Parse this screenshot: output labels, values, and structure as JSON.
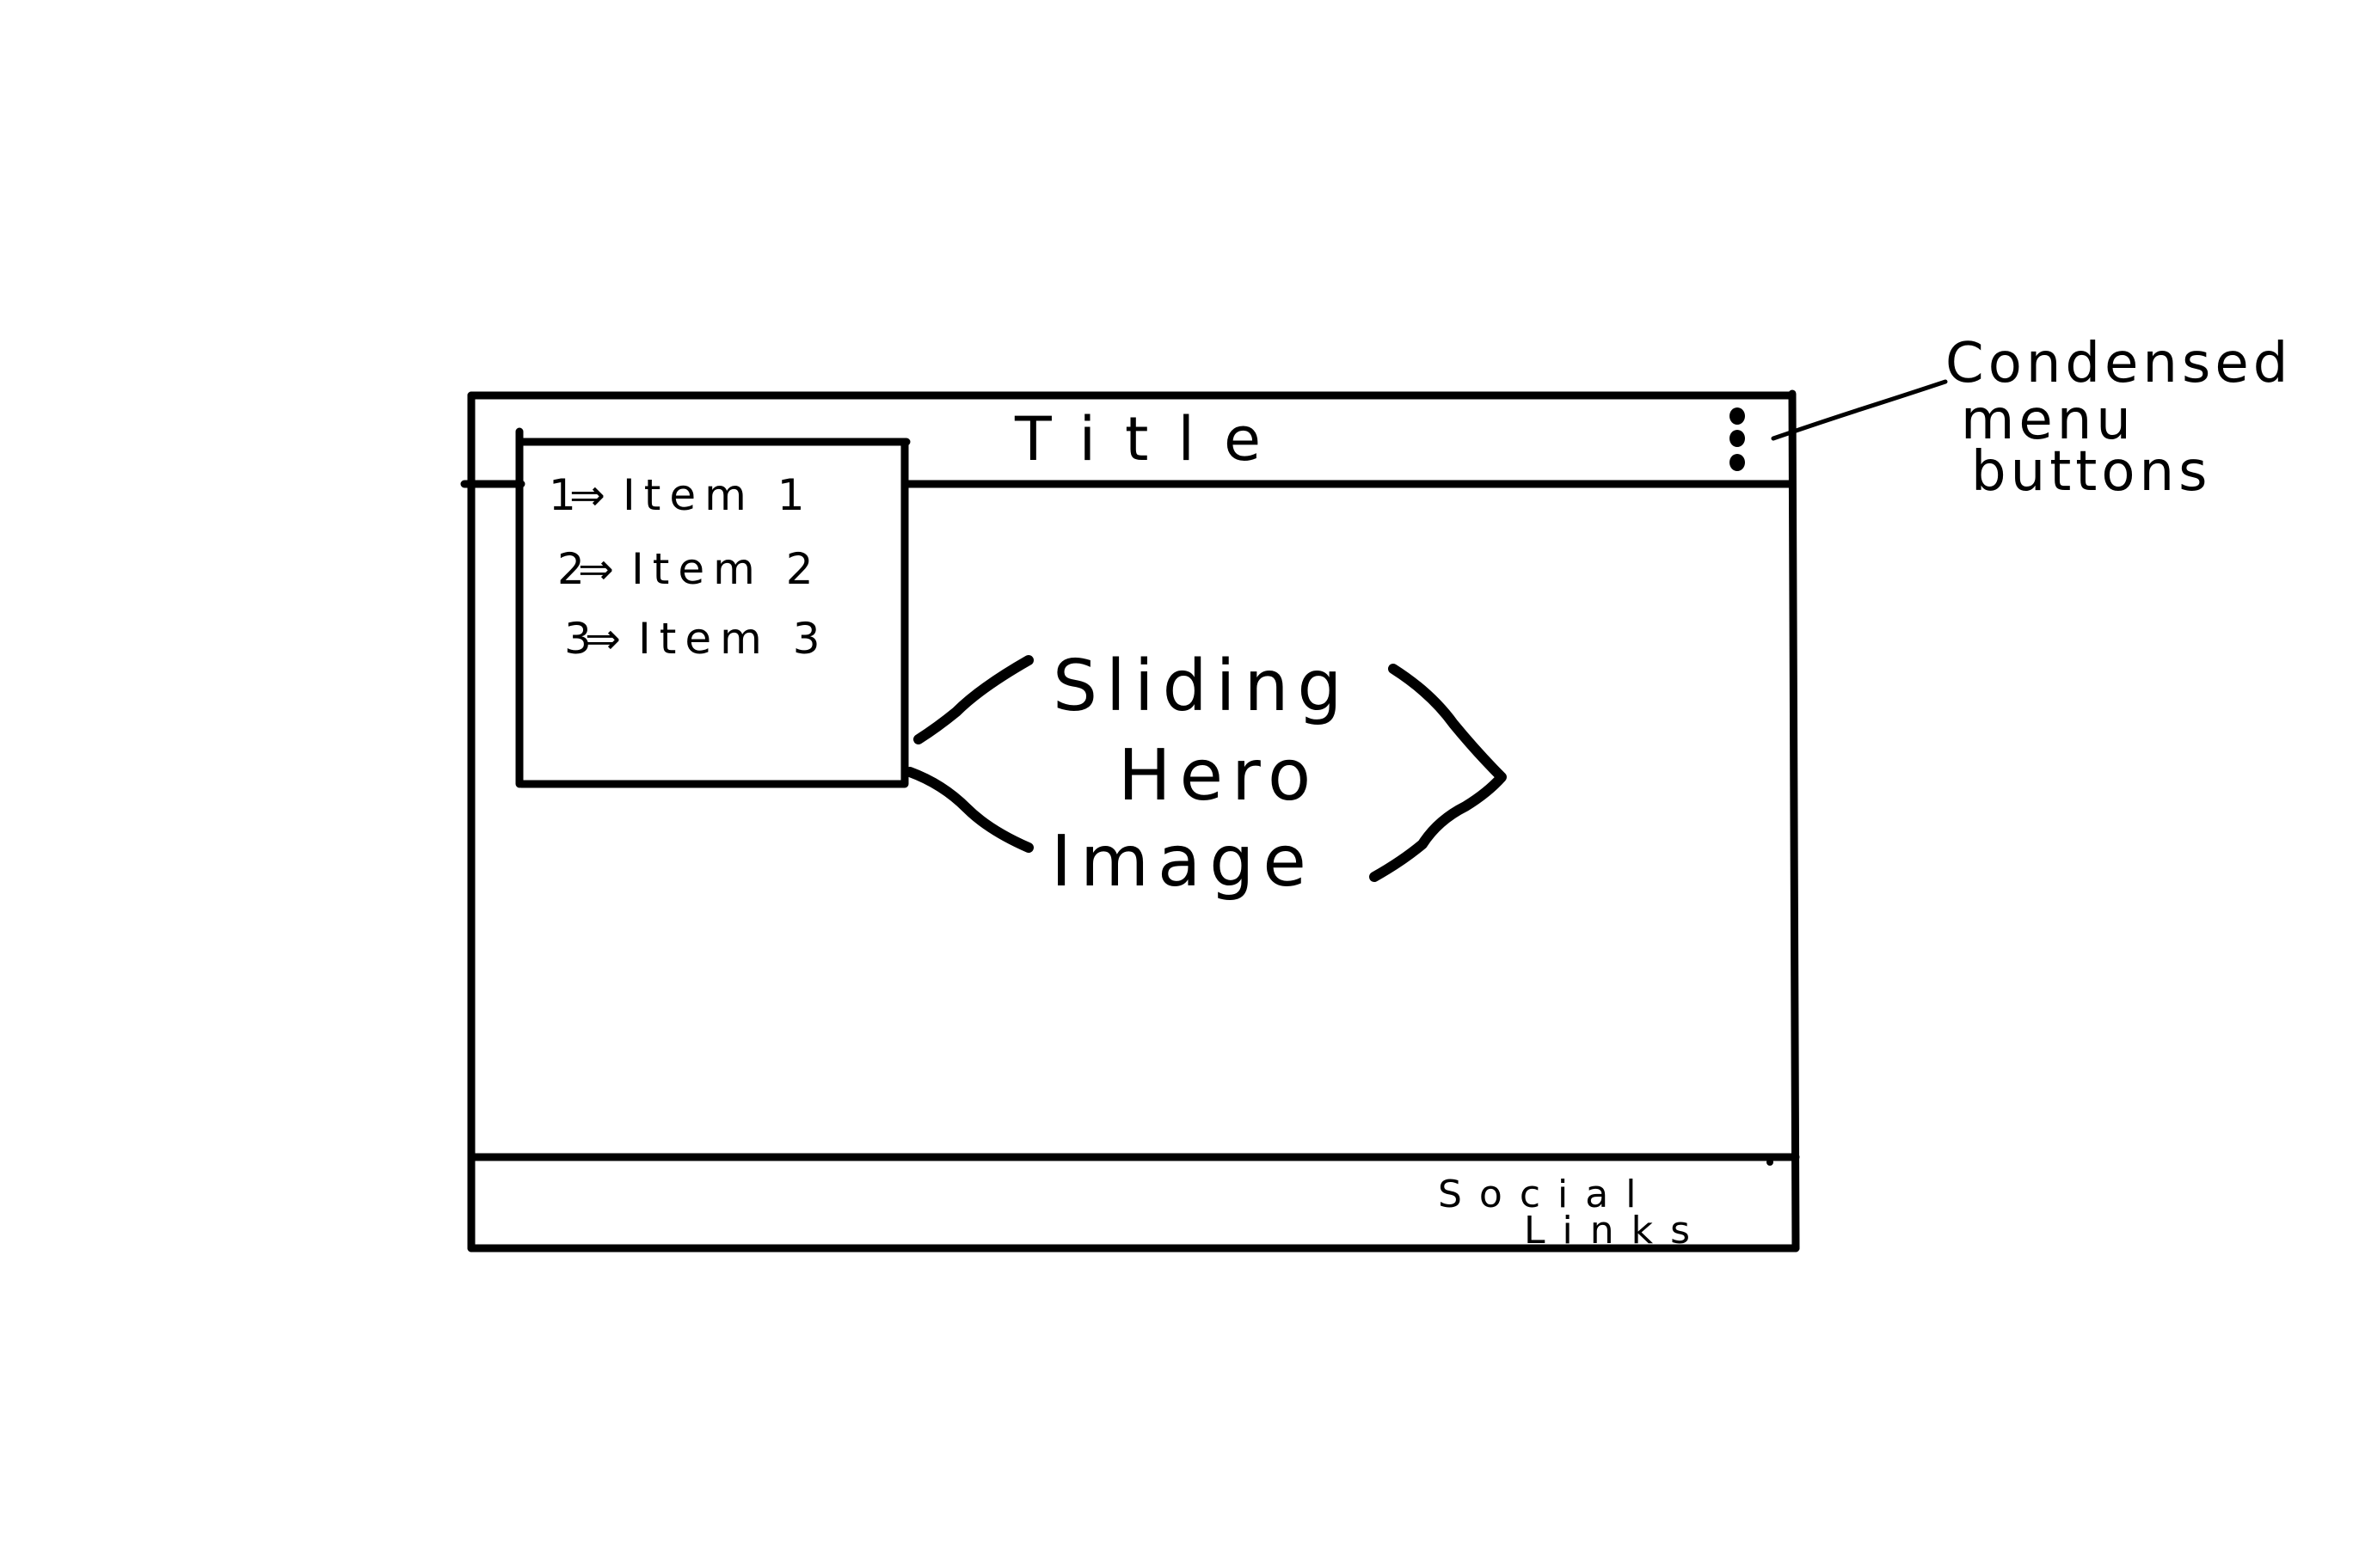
{
  "wireframe": {
    "header": {
      "title": "Title",
      "menu_button_icon": "vertical-dots-icon"
    },
    "dropdown_menu": {
      "items": [
        {
          "number": "1",
          "label": "Item 1"
        },
        {
          "number": "2",
          "label": "Item 2"
        },
        {
          "number": "3",
          "label": "Item 3"
        }
      ]
    },
    "hero": {
      "lines": [
        "Sliding",
        "Hero",
        "Image"
      ]
    },
    "footer": {
      "lines": [
        "Social",
        "Links"
      ]
    },
    "annotation": {
      "lines": [
        "Condensed",
        "menu",
        "buttons"
      ]
    }
  }
}
